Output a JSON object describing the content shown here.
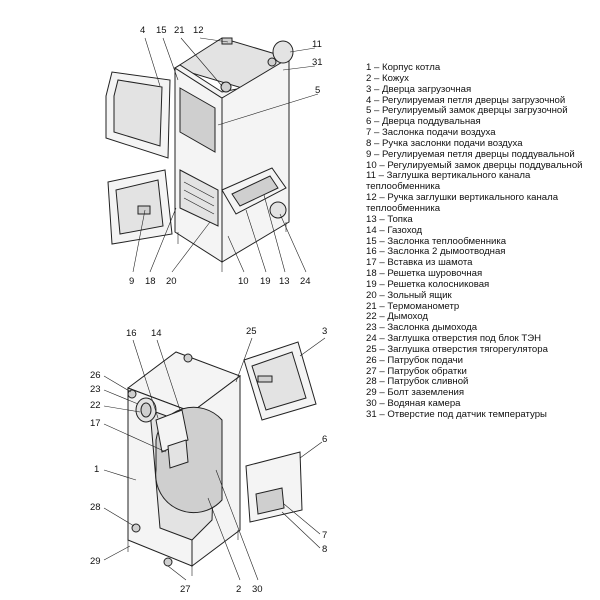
{
  "legend": [
    "1 – Корпус котла",
    "2 – Кожух",
    "3 – Дверца загрузочная",
    "4 – Регулируемая петля дверцы загрузочной",
    "5 – Регулируемый замок дверцы загрузочной",
    "6 – Дверца поддувальная",
    "7 – Заслонка подачи воздуха",
    "8 – Ручка заслонки подачи воздуха",
    "9 – Регулируемая петля дверцы поддувальной",
    "10 – Регулируемый замок дверцы поддувальной",
    "11 – Заглушка вертикального канала теплообменника",
    "12 – Ручка заглушки вертикального канала теплообменника",
    "13 – Топка",
    "14 – Газоход",
    "15 – Заслонка теплообменника",
    "16 – Заслонка 2 дымоотводная",
    "17 – Вставка из шамота",
    "18 – Решетка шуровочная",
    "19 – Решетка колосниковая",
    "20 – Зольный ящик",
    "21 – Термоманометр",
    "22 – Дымоход",
    "23 – Заслонка дымохода",
    "24 – Заглушка отверстия под блок ТЭН",
    "25 – Заглушка отверстия тягорегулятора",
    "26 – Патрубок подачи",
    "27 – Патрубок обратки",
    "28 – Патрубок сливной",
    "29 – Болт заземления",
    "30 – Водяная камера",
    "31 – Отверстие под датчик температуры"
  ],
  "callouts_top": [
    "4",
    "15",
    "21",
    "12",
    "11",
    "31",
    "5",
    "9",
    "18",
    "20",
    "10",
    "19",
    "13",
    "24"
  ],
  "callouts_bottom": [
    "16",
    "14",
    "25",
    "3",
    "26",
    "23",
    "22",
    "17",
    "1",
    "6",
    "28",
    "7",
    "8",
    "29",
    "27",
    "2",
    "30"
  ]
}
